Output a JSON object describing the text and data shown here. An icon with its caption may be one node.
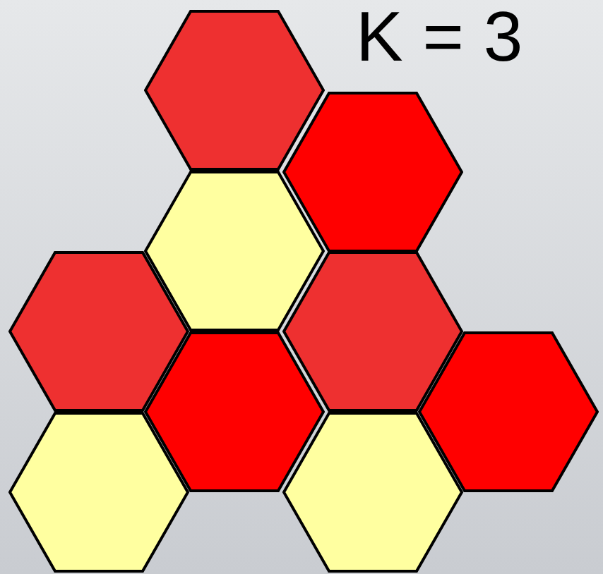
{
  "diagram": {
    "nodes": [
      {
        "text": [],
        "shape": "hexagon"
      },
      {
        "text": [],
        "shape": "hexagon"
      },
      {
        "text": [],
        "shape": "hexagon"
      },
      {
        "text": [],
        "shape": "hexagon"
      },
      {
        "text": [],
        "shape": "hexagon"
      },
      {
        "text": [],
        "shape": "hexagon"
      },
      {
        "text": [],
        "shape": "hexagon"
      },
      {
        "text": [],
        "shape": "hexagon"
      },
      {
        "text": [],
        "shape": "hexagon"
      }
    ],
    "labels": [
      "K = 3"
    ]
  }
}
